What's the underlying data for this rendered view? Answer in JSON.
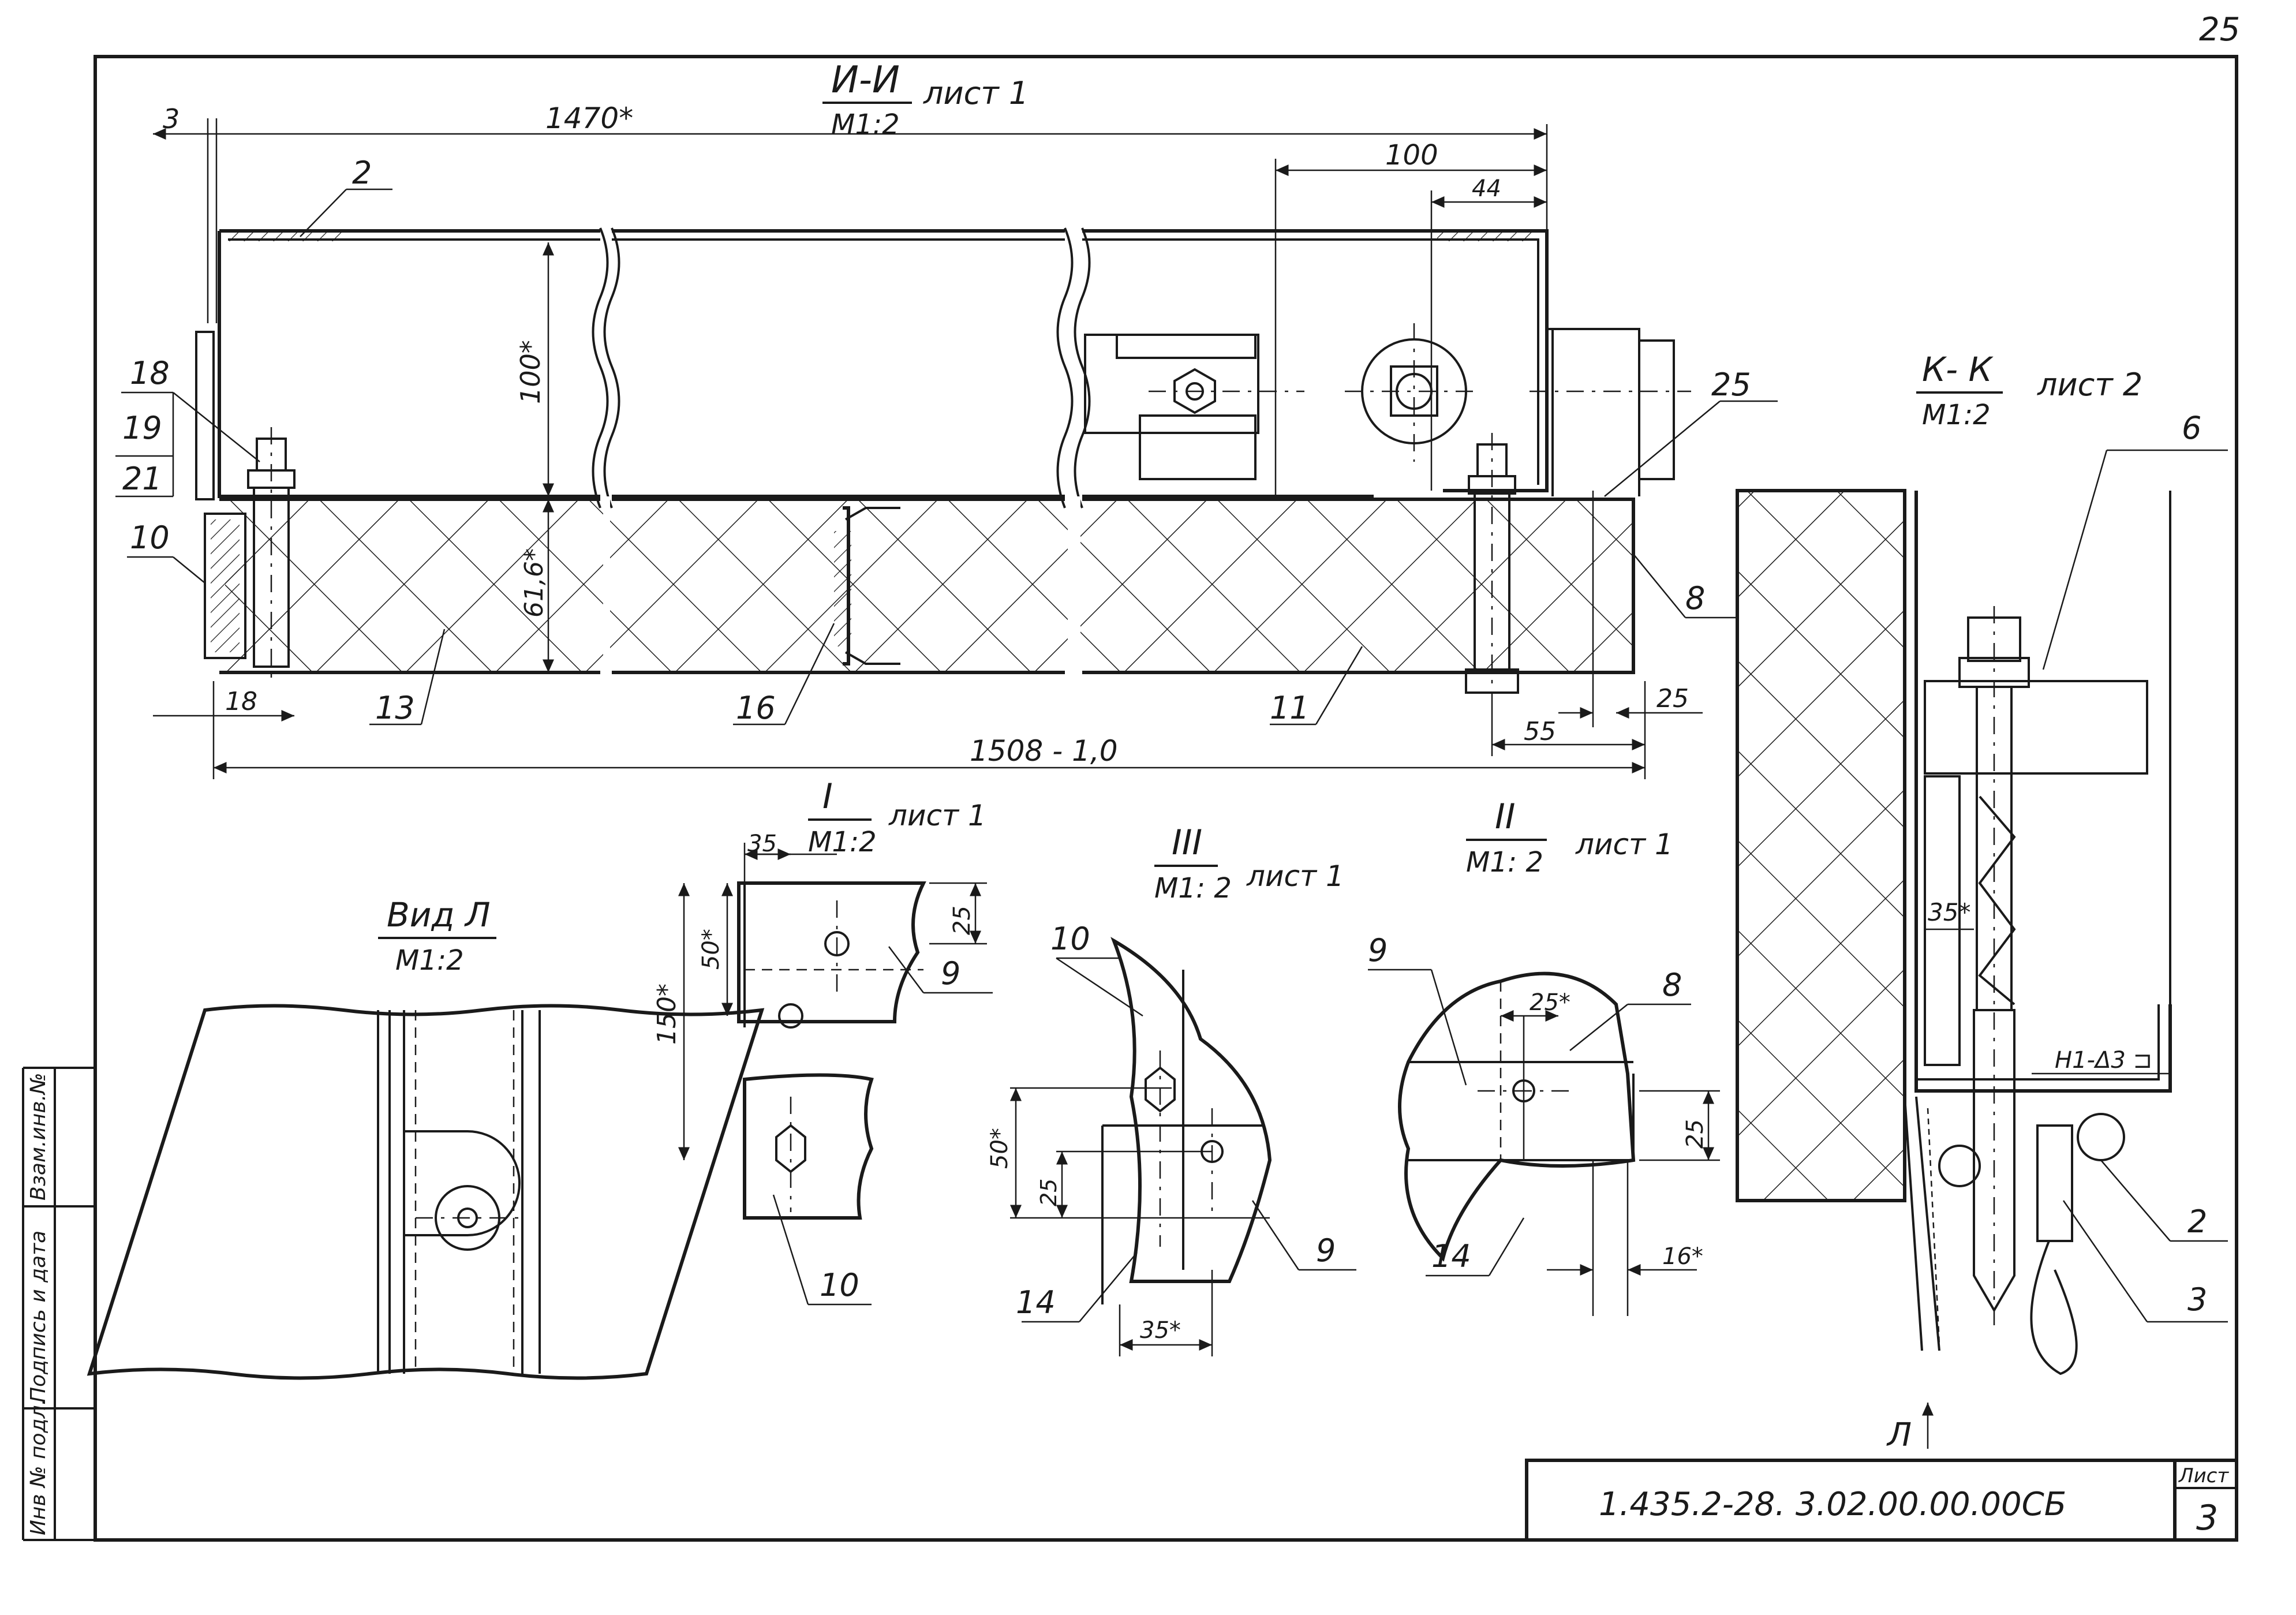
{
  "sheet": {
    "page_number": "25",
    "title_block": {
      "designation": "1.435.2-28. 3.02.00.00.00СБ",
      "sheet_label": "Лист",
      "sheet_number": "3"
    },
    "side_stamp": [
      "Инв № подл.",
      "Подпись и дата",
      "Взам.инв.№"
    ]
  },
  "views": {
    "main_section": {
      "title": "И-И",
      "scale": "М1:2",
      "sheet_ref": "лист 1",
      "dims": {
        "d3": "3",
        "d1470": "1470*",
        "d100_top": "100",
        "d44": "44",
        "d100_v": "100*",
        "d61_6": "61,6*",
        "d18": "18",
        "d1508": "1508 - 1,0",
        "d55": "55",
        "d25": "25"
      },
      "callouts": [
        "2",
        "18",
        "19",
        "21",
        "10",
        "13",
        "16",
        "11",
        "25",
        "8"
      ]
    },
    "section_kk": {
      "title": "К- К",
      "scale": "М1:2",
      "sheet_ref": "лист 2",
      "dims": {
        "d35": "35*",
        "weld": "Н1-Δ3 ⊐"
      },
      "callouts": [
        "6",
        "8",
        "2",
        "3"
      ],
      "view_arrow": "Л"
    },
    "view_l": {
      "title": "Вид Л",
      "scale": "М1:2"
    },
    "detail_1": {
      "title": "I",
      "scale": "М1:2",
      "sheet_ref": "лист 1",
      "dims": {
        "d35": "35",
        "d50": "50*",
        "d150": "150*",
        "d25": "25"
      },
      "callouts": [
        "9",
        "10"
      ]
    },
    "detail_3": {
      "title": "III",
      "scale": "М1: 2",
      "sheet_ref": "лист 1",
      "dims": {
        "d50": "50*",
        "d25": "25",
        "d35": "35*"
      },
      "callouts": [
        "10",
        "9",
        "14"
      ]
    },
    "detail_2": {
      "title": "II",
      "scale": "М1: 2",
      "sheet_ref": "лист 1",
      "dims": {
        "d25a": "25*",
        "d25b": "25",
        "d16": "16*"
      },
      "callouts": [
        "9",
        "8",
        "14"
      ]
    }
  }
}
